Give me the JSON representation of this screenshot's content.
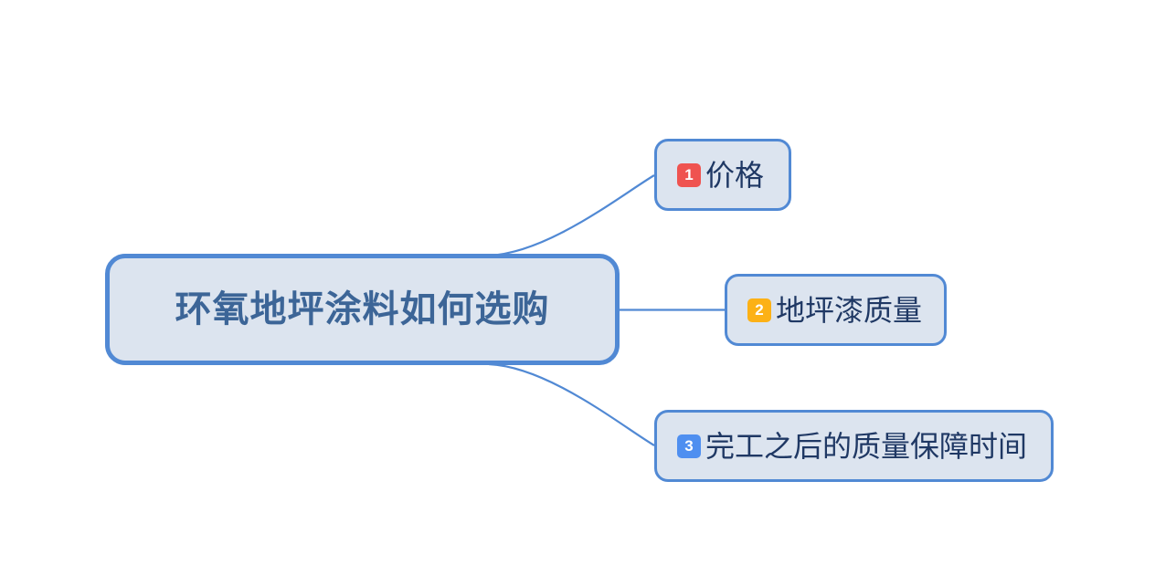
{
  "diagram": {
    "type": "mind-map",
    "title": "环氧地坪涂料如何选购",
    "central": {
      "label": "环氧地坪涂料如何选购",
      "fill": "#dce4ef",
      "border": "#5189d4",
      "text_color": "#3c6597"
    },
    "connector_color": "#5189d4",
    "branches": [
      {
        "number": "1",
        "label": "价格",
        "badge_color": "#ef5350",
        "connector": "curve-up"
      },
      {
        "number": "2",
        "label": "地坪漆质量",
        "badge_color": "#fcb116",
        "connector": "straight"
      },
      {
        "number": "3",
        "label": "完工之后的质量保障时间",
        "badge_color": "#4f8ff0",
        "connector": "curve-down"
      }
    ]
  }
}
